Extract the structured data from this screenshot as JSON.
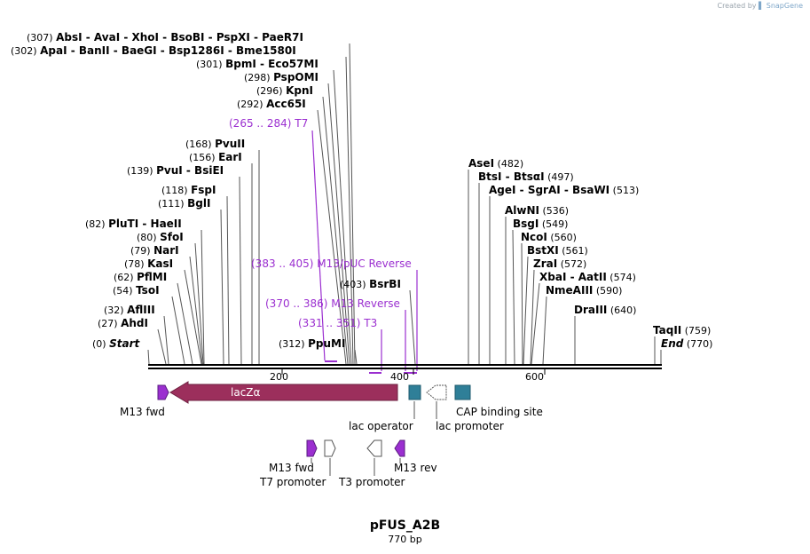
{
  "credit": {
    "text": "Created by",
    "brand": "SnapGene"
  },
  "title": "pFUS_A2B",
  "subtitle": "770 bp",
  "colors": {
    "primer": "#9b2fd0",
    "lacZ": "#9c2f5c",
    "operator": "#2f7f98",
    "promoter_fill": "#ffffff",
    "backbone": "#000000"
  },
  "ticks": [
    "200",
    "400",
    "600"
  ],
  "sites": {
    "r0": {
      "pos": "(307)",
      "names": [
        "AbsI",
        "AvaI",
        "XhoI",
        "BsoBI",
        "PspXI",
        "PaeR7I"
      ]
    },
    "r1": {
      "pos": "(302)",
      "names": [
        "ApaI",
        "BanII",
        "BaeGI",
        "Bsp1286I",
        "Bme1580I"
      ]
    },
    "r2": {
      "pos": "(301)",
      "names": [
        "BpmI",
        "Eco57MI"
      ]
    },
    "r3": {
      "pos": "(298)",
      "names": [
        "PspOMI"
      ]
    },
    "r4": {
      "pos": "(296)",
      "names": [
        "KpnI"
      ]
    },
    "r5": {
      "pos": "(292)",
      "names": [
        "Acc65I"
      ]
    },
    "l1": {
      "pos": "(168)",
      "names": [
        "PvuII"
      ]
    },
    "l2": {
      "pos": "(156)",
      "names": [
        "EarI"
      ]
    },
    "l3": {
      "pos": "(139)",
      "names": [
        "PvuI",
        "BsiEI"
      ]
    },
    "l4": {
      "pos": "(118)",
      "names": [
        "FspI"
      ]
    },
    "l5": {
      "pos": "(111)",
      "names": [
        "BglI"
      ]
    },
    "l6": {
      "pos": "(82)",
      "names": [
        "PluTI",
        "HaeII"
      ]
    },
    "l7": {
      "pos": "(80)",
      "names": [
        "SfoI"
      ]
    },
    "l8": {
      "pos": "(79)",
      "names": [
        "NarI"
      ]
    },
    "l9": {
      "pos": "(78)",
      "names": [
        "KasI"
      ]
    },
    "l10": {
      "pos": "(62)",
      "names": [
        "PflMI"
      ]
    },
    "l11": {
      "pos": "(54)",
      "names": [
        "TsoI"
      ]
    },
    "l12": {
      "pos": "(32)",
      "names": [
        "AflIII"
      ]
    },
    "l13": {
      "pos": "(27)",
      "names": [
        "AhdI"
      ]
    },
    "l14": {
      "pos": "(0)",
      "names": [
        "Start"
      ]
    },
    "m1": {
      "pos": "(403)",
      "names": [
        "BsrBI"
      ]
    },
    "m2": {
      "pos": "(312)",
      "names": [
        "PpuMI"
      ]
    },
    "rt1": {
      "pos": "(482)",
      "names": [
        "AseI"
      ]
    },
    "rt2": {
      "pos": "(497)",
      "names": [
        "BtsI",
        "BtsαI"
      ]
    },
    "rt3": {
      "pos": "(513)",
      "names": [
        "AgeI",
        "SgrAI",
        "BsaWI"
      ]
    },
    "rt4": {
      "pos": "(536)",
      "names": [
        "AlwNI"
      ]
    },
    "rt5": {
      "pos": "(549)",
      "names": [
        "BsgI"
      ]
    },
    "rt6": {
      "pos": "(560)",
      "names": [
        "NcoI"
      ]
    },
    "rt7": {
      "pos": "(561)",
      "names": [
        "BstXI"
      ]
    },
    "rt8": {
      "pos": "(572)",
      "names": [
        "ZraI"
      ]
    },
    "rt9": {
      "pos": "(574)",
      "names": [
        "XbaI",
        "AatII"
      ]
    },
    "rt10": {
      "pos": "(590)",
      "names": [
        "NmeAIII"
      ]
    },
    "rt11": {
      "pos": "(640)",
      "names": [
        "DraIII"
      ]
    },
    "rt12": {
      "pos": "(759)",
      "names": [
        "TaqII"
      ]
    },
    "rt13": {
      "pos": "(770)",
      "names": [
        "End"
      ]
    }
  },
  "primers": {
    "t7": "(265 .. 284)  T7",
    "m13puc": "(383 .. 405)  M13/pUC Reverse",
    "m13rev": "(370 .. 386)  M13 Reverse",
    "t3": "(331 .. 351)  T3"
  },
  "features": {
    "lacz": "lacZα",
    "m13fwd": "M13 fwd",
    "lac_operator": "lac operator",
    "lac_promoter": "lac promoter",
    "cap_site": "CAP binding site",
    "m13fwd2": "M13 fwd",
    "t7_promoter": "T7 promoter",
    "t3_promoter": "T3 promoter",
    "m13rev2": "M13 rev"
  }
}
